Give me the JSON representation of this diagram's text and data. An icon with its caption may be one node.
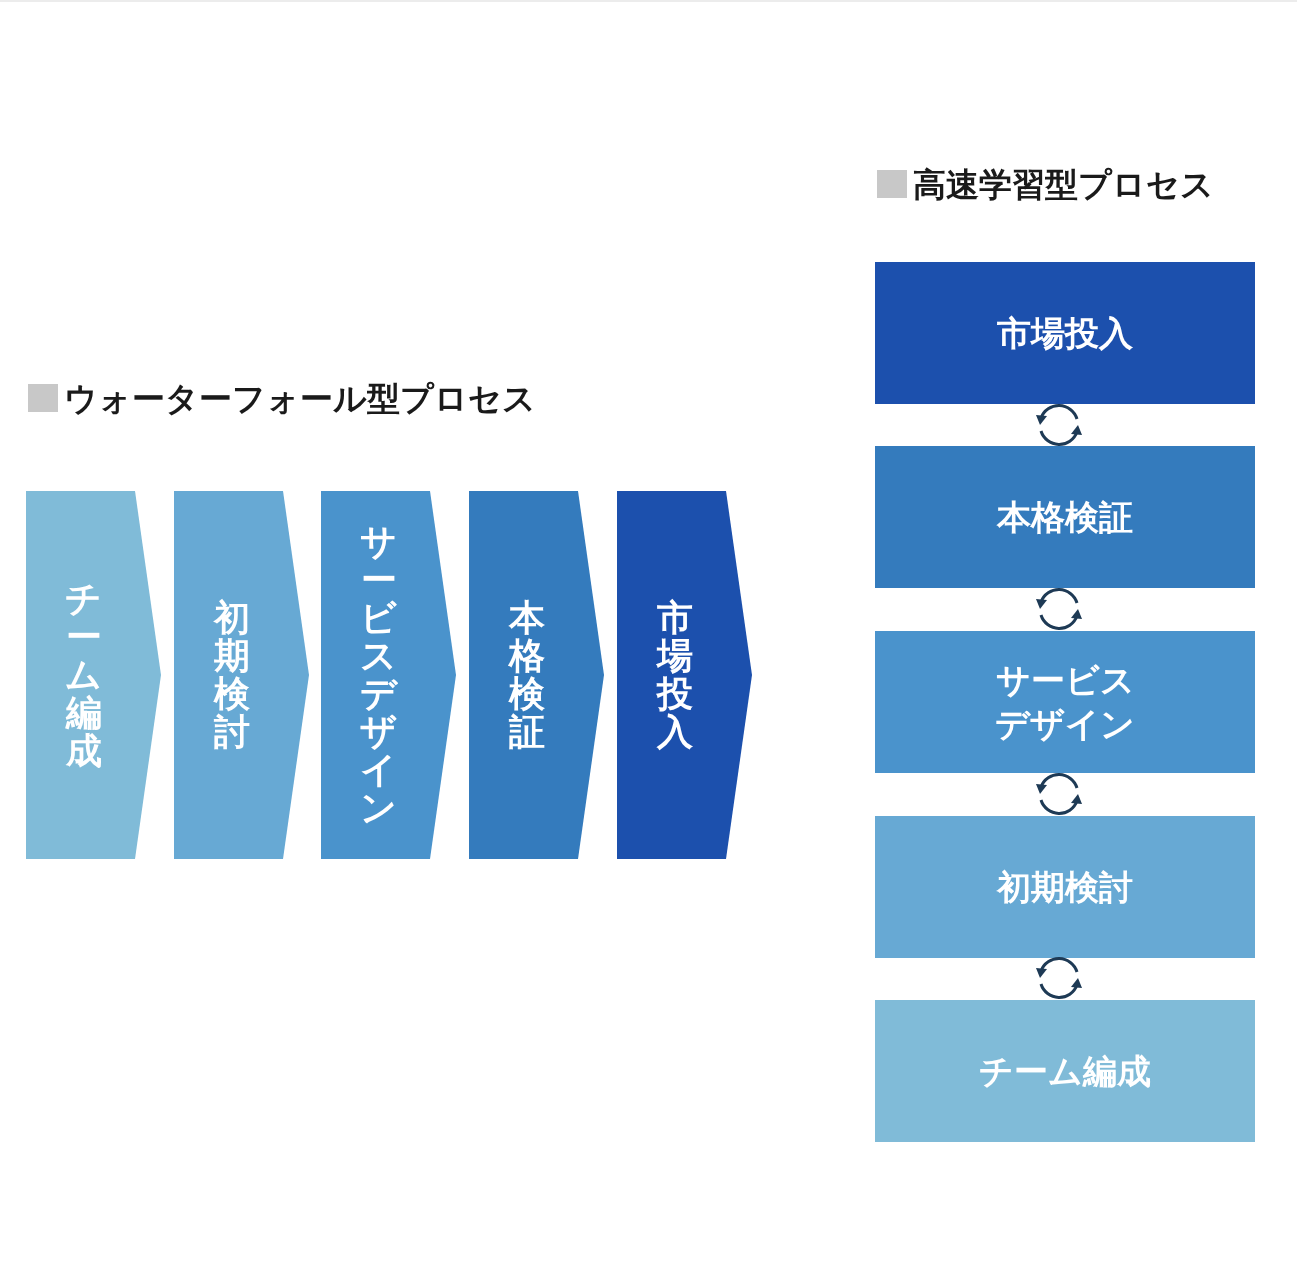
{
  "diagram": {
    "nodes": [
      {
        "text": [
          "チーム編成"
        ]
      },
      {
        "text": [
          "初期検討"
        ]
      },
      {
        "text": [
          "サービスデザイン"
        ]
      },
      {
        "text": [
          "本格検証"
        ]
      },
      {
        "text": [
          "市場投入"
        ]
      },
      {
        "text": [
          "市場投入"
        ]
      },
      {
        "text": [
          "本格検証"
        ]
      },
      {
        "text": [
          "サービスデザイン"
        ]
      },
      {
        "text": [
          "初期検討"
        ]
      },
      {
        "text": [
          "チーム編成"
        ]
      }
    ],
    "labels": [
      "高速学習型プロセス",
      "ウォーターフォール型プロセス"
    ]
  }
}
